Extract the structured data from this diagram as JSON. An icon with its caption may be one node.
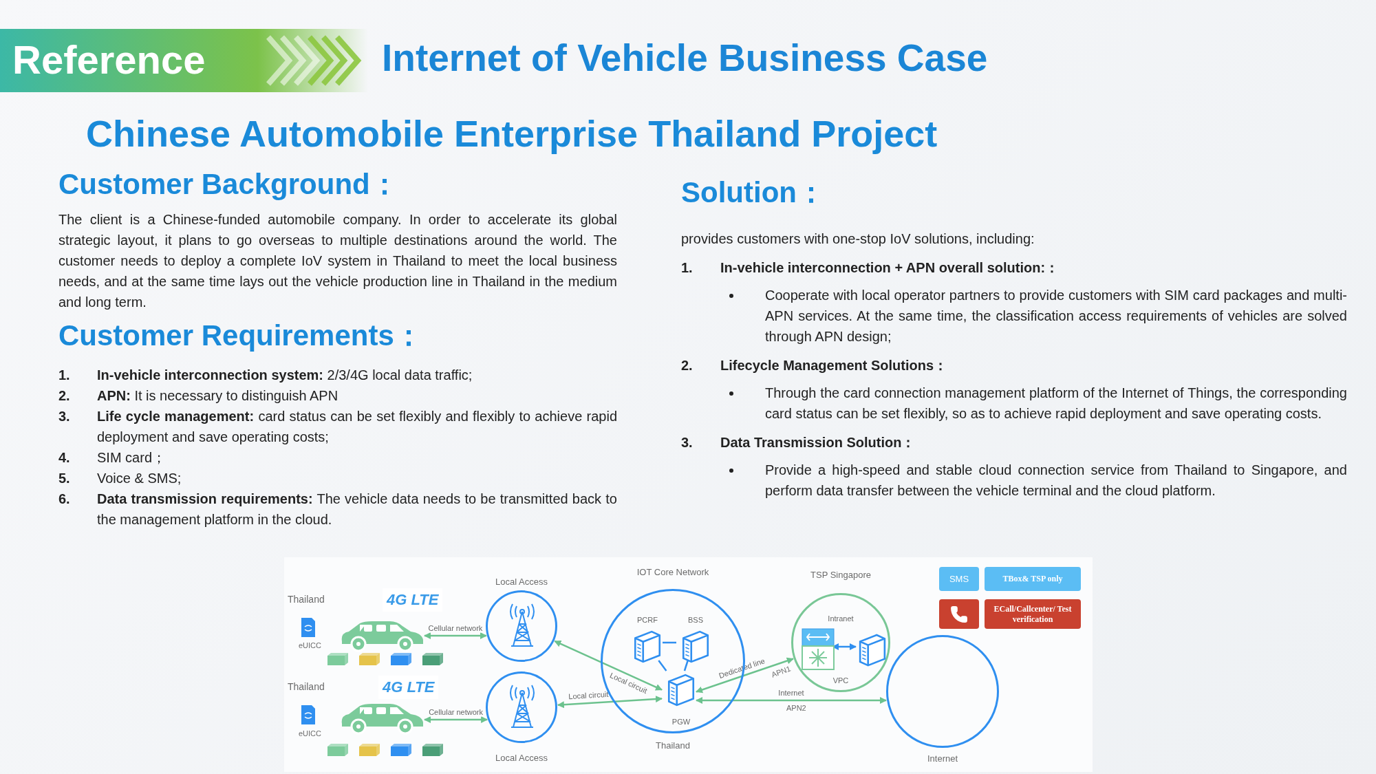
{
  "diagram": {
    "title": "Internet of Vehicle Business Case",
    "nodes": [
      {
        "text": [],
        "shape": "picture"
      },
      {
        "text": [],
        "shape": "circle",
        "beside": [
          "Local Access"
        ]
      },
      {
        "text": [],
        "shape": "picture"
      },
      {
        "text": [],
        "shape": "circle",
        "beside": [
          "Local Access"
        ]
      },
      {
        "text": [],
        "shape": "circle",
        "beside": [
          "IOT Core Network",
          "Thailand"
        ]
      },
      {
        "text": [
          "PCRF"
        ],
        "in": 4
      },
      {
        "text": [
          "BSS"
        ],
        "in": 4
      },
      {
        "text": [
          "PGW"
        ],
        "in": 4
      },
      {
        "text": [
          "Intranet",
          "VPC"
        ],
        "beside": [
          "TSP Singapore"
        ]
      },
      {
        "text": [],
        "shape": "picture",
        "in": 8
      },
      {
        "text": [],
        "shape": "picture",
        "in": 8
      },
      {
        "text": [],
        "shape": "circle",
        "beside": [
          "Internet"
        ]
      },
      {
        "text": [
          "SMS"
        ]
      },
      {
        "text": [
          "TBox& TSP only"
        ]
      },
      {
        "text": [],
        "shape": "box"
      },
      {
        "text": [
          "ECall/Callcenter/ Test verification"
        ]
      }
    ],
    "edges": [
      {
        "from": 0,
        "to": 1,
        "arrow": "both",
        "label": "Cellular network"
      },
      {
        "from": 2,
        "to": 3,
        "arrow": "both",
        "label": "Cellular network"
      },
      {
        "from": 1,
        "to": 7,
        "arrow": "both",
        "label": "Local circuit"
      },
      {
        "from": 3,
        "to": 7,
        "arrow": "both",
        "label": "Local circuit"
      },
      {
        "from": 5,
        "to": 6,
        "arrow": "none",
        "color": "#2f8ff0"
      },
      {
        "from": 5,
        "to": 7,
        "arrow": "none",
        "color": "#2f8ff0"
      },
      {
        "from": 6,
        "to": 7,
        "arrow": "none",
        "color": "#2f8ff0"
      },
      {
        "from": 7,
        "to": 8,
        "arrow": "both",
        "label": "Dedicated line"
      },
      {
        "from": 9,
        "to": 10,
        "arrow": "both",
        "color": "#2f8ff0"
      },
      {
        "from": 7,
        "to": 11,
        "arrow": "both",
        "label": "Internet"
      }
    ],
    "labels": [
      "Reference",
      "Chinese Automobile Enterprise Thailand Project",
      "Customer Background：",
      "The client is a Chinese-funded automobile company. In order to accelerate its global strategic layout, it plans to go overseas to multiple destinations around the world. The customer needs to deploy a complete IoV system in Thailand to meet the local business needs, and at the same time lays out the vehicle production line in Thailand in the medium and long term.",
      "Customer Requirements：",
      "1.",
      "**In-vehicle interconnection system:** 2/3/4G local data traffic;",
      "2.",
      "**APN:** It is necessary to distinguish APN",
      "3.",
      "**Life cycle management:** card status can be set flexibly and flexibly to achieve rapid deployment and save operating costs;",
      "4.",
      "SIM card；",
      "5.",
      "Voice & SMS;",
      "6.",
      "**Data transmission requirements:** The vehicle data needs to be transmitted back to the management platform in the cloud.",
      "Solution：",
      "provides customers with one-stop IoV solutions, including:",
      "1.",
      "In-vehicle interconnection + APN overall solution:：",
      "Cooperate with local operator partners to provide customers with SIM card packages and multi-APN services. At the same time, the classification access requirements of vehicles are solved through APN design;",
      "2.",
      "Lifecycle Management Solutions：",
      "Through the card connection management platform of the Internet of Things, the corresponding card status can be set flexibly, so as to achieve rapid deployment and save operating costs.",
      "3.",
      "Data Transmission Solution：",
      "Provide a high-speed and stable cloud connection service from Thailand to Singapore, and perform data transfer between the vehicle terminal and the cloud platform.",
      "Thailand",
      "4G LTE",
      "eUICC",
      "Thailand",
      "4G LTE",
      "eUICC",
      "APN1",
      "APN2"
    ]
  }
}
